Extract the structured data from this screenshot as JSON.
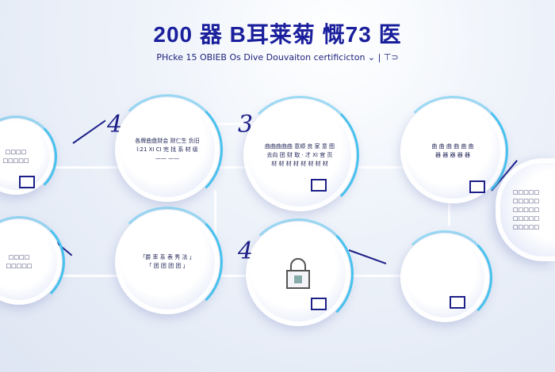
{
  "header": {
    "title": "200 器 B耳莱菊 慨73 医",
    "subtitle": "PHcke 15 OBIEB Os Dive Douvaiton certificicton ⌄ | ⊤⊃"
  },
  "nodes": [
    {
      "number": "",
      "lines": [
        "□□□□",
        "□□□□□"
      ]
    },
    {
      "number": "4",
      "lines": [
        "各牌曲盘财会 财仁生 负旧",
        "l:21 XI CI 完 找 系 材 级",
        "—— ——"
      ]
    },
    {
      "number": "3",
      "lines": [
        "曲曲曲曲曲 意顺 良 家 意 图",
        "去向 团 财 取 · 才 XI 官 页",
        "材 材 材 材 材 材 材 材"
      ]
    },
    {
      "number": "",
      "lines": [
        "曲 曲 曲 曲 曲 曲",
        "器 器 器 器 器"
      ]
    },
    {
      "number": "",
      "lines": [
        "□□□□□",
        "□□□□□",
        "□□□□□",
        "□□□□□",
        "□□□□□"
      ]
    },
    {
      "number": "",
      "lines": [
        "□□□□",
        "□□□□□"
      ]
    },
    {
      "number": "",
      "lines": [
        "「爵 率 系 表 秀 法 」",
        "「 团 团 团 团 」"
      ]
    },
    {
      "number": "4",
      "lines": []
    },
    {
      "number": "",
      "lines": []
    }
  ],
  "colors": {
    "accent": "#47c2ee",
    "dark": "#1d2088"
  }
}
